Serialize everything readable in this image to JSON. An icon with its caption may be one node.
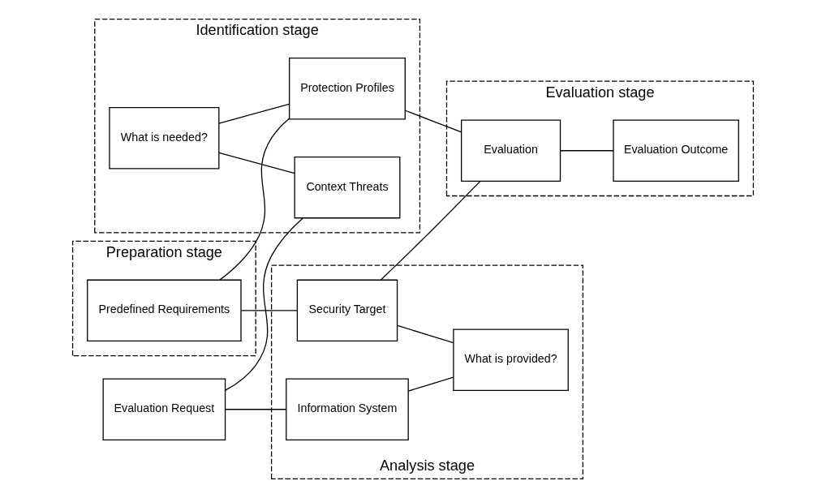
{
  "diagram": {
    "nodes": [
      {
        "text": [
          "Identification stage"
        ]
      },
      {
        "text": [
          "What is needed?"
        ],
        "in": 0
      },
      {
        "text": [
          "Context Threats"
        ],
        "in": 0
      },
      {
        "text": [
          "Protection Profiles"
        ],
        "in": 0
      },
      {
        "text": [
          "Evaluation Request"
        ]
      },
      {
        "text": [
          "Preparation stage"
        ]
      },
      {
        "text": [
          "Predefined Requirements"
        ],
        "in": 5
      },
      {
        "text": [
          "Evaluation stage"
        ]
      },
      {
        "text": [
          "Evaluation"
        ],
        "in": 7
      },
      {
        "text": [
          "Evaluation Outcome"
        ],
        "in": 7
      },
      {
        "text": [
          "Analysis stage"
        ]
      },
      {
        "text": [
          "Information System"
        ],
        "in": 10
      },
      {
        "text": [
          "Security Target"
        ],
        "in": 10
      },
      {
        "text": [
          "What is provided?"
        ],
        "in": 10
      }
    ],
    "edges": [
      {
        "from": 1,
        "to": 2,
        "arrow": "none"
      },
      {
        "from": 1,
        "to": 3,
        "arrow": "none"
      },
      {
        "from": 4,
        "to": 2,
        "arrow": "none"
      },
      {
        "from": 4,
        "to": 11,
        "arrow": "none"
      },
      {
        "from": 6,
        "to": 3,
        "arrow": "none"
      },
      {
        "from": 6,
        "to": 12,
        "arrow": "none"
      },
      {
        "from": 3,
        "to": 8,
        "arrow": "none"
      },
      {
        "from": 12,
        "to": 8,
        "arrow": "none"
      },
      {
        "from": 8,
        "to": 9,
        "arrow": "none"
      },
      {
        "from": 11,
        "to": 13,
        "arrow": "none"
      },
      {
        "from": 12,
        "to": 13,
        "arrow": "none"
      }
    ]
  }
}
